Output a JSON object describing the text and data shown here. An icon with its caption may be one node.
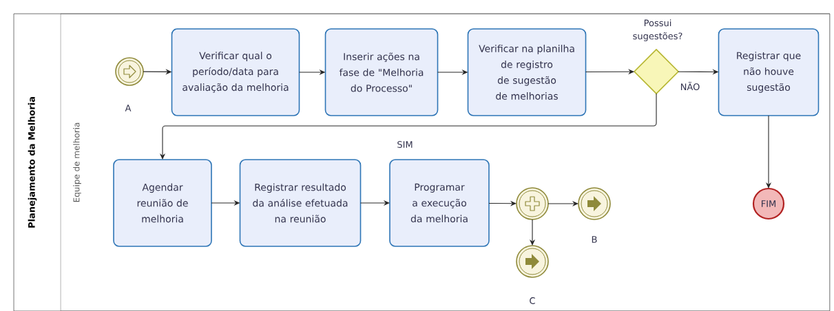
{
  "diagram": {
    "nodes": [
      {
        "text": [
          "Planejamento da Melhoria"
        ]
      },
      {
        "text": [
          "Equipe de melhoria"
        ],
        "in": 0
      },
      {
        "text": [],
        "shape": "circle",
        "beside": [
          "A"
        ],
        "in": 1
      },
      {
        "text": [
          "Verificar qual o período/data para avaliação da melhoria"
        ],
        "in": 1
      },
      {
        "text": [
          "Inserir ações na fase de \"Melhoria do Processo\""
        ],
        "in": 1
      },
      {
        "text": [
          "Verificar na planilha de registro de sugestão de melhorias"
        ],
        "in": 1
      },
      {
        "text": [
          "Possui sugestões?"
        ],
        "in": 1
      },
      {
        "text": [
          "Registrar que não houve sugestão"
        ],
        "in": 1
      },
      {
        "text": [
          "Agendar reunião de melhoria"
        ],
        "in": 1
      },
      {
        "text": [
          "Registrar resultado da análise efetuada na reunião"
        ],
        "in": 1
      },
      {
        "text": [
          "Programar a execução da melhoria"
        ],
        "in": 1
      },
      {
        "text": [],
        "shape": "circle",
        "in": 1
      },
      {
        "text": [],
        "shape": "circle",
        "beside": [
          "B"
        ],
        "in": 1
      },
      {
        "text": [],
        "shape": "circle",
        "beside": [
          "C"
        ],
        "in": 1
      },
      {
        "text": [
          "FIM"
        ],
        "in": 1
      }
    ],
    "edges": [
      {
        "from": 2,
        "to": 3,
        "arrow": "to"
      },
      {
        "from": 3,
        "to": 4,
        "arrow": "to"
      },
      {
        "from": 4,
        "to": 5,
        "arrow": "to"
      },
      {
        "from": 5,
        "to": 6,
        "arrow": "to"
      },
      {
        "from": 6,
        "to": 7,
        "arrow": "to",
        "label": "NÃO"
      },
      {
        "from": 6,
        "to": 8,
        "arrow": "to",
        "label": "SIM"
      },
      {
        "from": 7,
        "to": 14,
        "arrow": "to"
      },
      {
        "from": 8,
        "to": 9,
        "arrow": "to"
      },
      {
        "from": 9,
        "to": 10,
        "arrow": "to"
      },
      {
        "from": 10,
        "to": 11,
        "arrow": "to"
      },
      {
        "from": 11,
        "to": 12,
        "arrow": "to"
      },
      {
        "from": 11,
        "to": 13,
        "arrow": "to"
      }
    ]
  }
}
